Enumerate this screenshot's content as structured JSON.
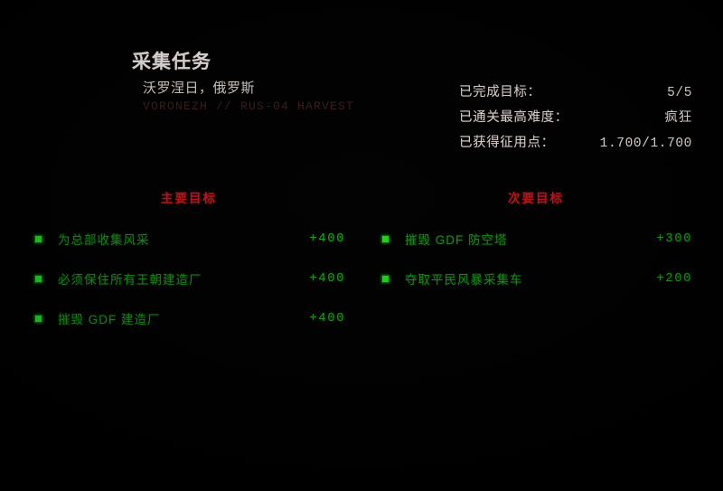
{
  "screen": {
    "background_color": "#000000",
    "accent_green": "#149314",
    "accent_red": "#c2141b",
    "text_color": "#efe7e3"
  },
  "header": {
    "title": "采集任务",
    "location": "沃罗涅日，俄罗斯",
    "code": "VORONEZH // RUS-04 HARVEST"
  },
  "stats": {
    "rows": [
      {
        "label": "已完成目标：",
        "value": "5/5"
      },
      {
        "label": "已通关最高难度：",
        "value": "疯狂"
      },
      {
        "label": "已获得征用点：",
        "value": "1.700/1.700"
      }
    ]
  },
  "objectives": {
    "primary": {
      "heading": "主要目标",
      "items": [
        {
          "bullet": "completed-square-icon",
          "text": "为总部收集风采",
          "score": "+400"
        },
        {
          "bullet": "completed-square-icon",
          "text": "必须保住所有王朝建造厂",
          "score": "+400"
        },
        {
          "bullet": "completed-square-icon",
          "text": "摧毁 GDF 建造厂",
          "score": "+400"
        }
      ]
    },
    "secondary": {
      "heading": "次要目标",
      "items": [
        {
          "bullet": "completed-square-icon",
          "text": "摧毁 GDF 防空塔",
          "score": "+300"
        },
        {
          "bullet": "completed-square-icon",
          "text": "夺取平民风暴采集车",
          "score": "+200"
        }
      ]
    }
  }
}
